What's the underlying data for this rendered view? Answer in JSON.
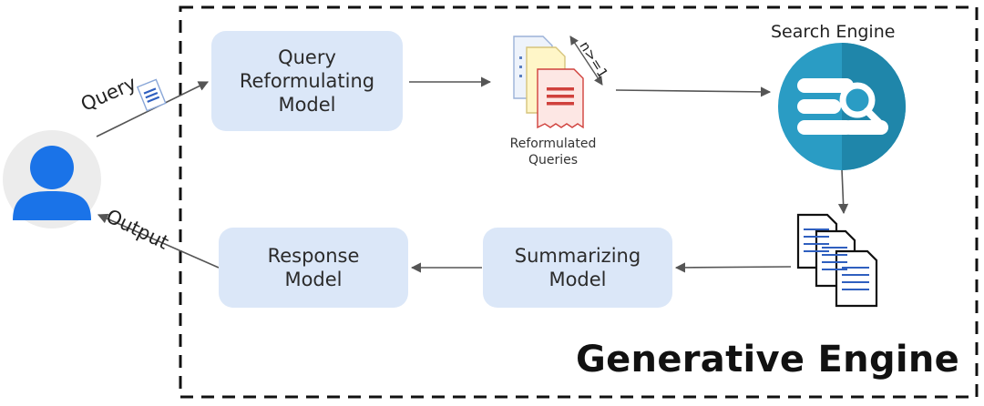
{
  "diagram": {
    "container_label": "Generative Engine",
    "boxes": {
      "query_reformulating": "Query\nReformulating\nModel",
      "response": "Response\nModel",
      "summarizing": "Summarizing\nModel"
    },
    "labels": {
      "search_engine": "Search Engine",
      "reformulated_queries": "Reformulated\nQueries",
      "query_edge": "Query",
      "output_edge": "Output",
      "n_annotation": "n>=1"
    },
    "icons": {
      "user": "user-icon",
      "query_doc": "document-icon",
      "reformulated": "stacked-queries-icon",
      "search": "search-engine-icon",
      "documents": "documents-stack-icon"
    },
    "colors": {
      "box_fill": "#dbe7f8",
      "user_blue": "#1a73e8",
      "search_teal": "#2a9cc4",
      "query_red": "#d0413c"
    }
  }
}
